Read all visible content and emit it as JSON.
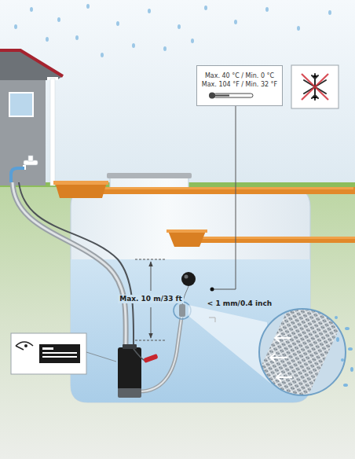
{
  "diagram": {
    "nodes": [
      {
        "text": [
          "Max. 40 °C / Min. 0 °C",
          "Max. 104 °F / Min. 32 °F"
        ]
      }
    ],
    "labels": [
      "Max. 10 m/33 ft",
      "< 1 mm/0.4 inch"
    ]
  }
}
